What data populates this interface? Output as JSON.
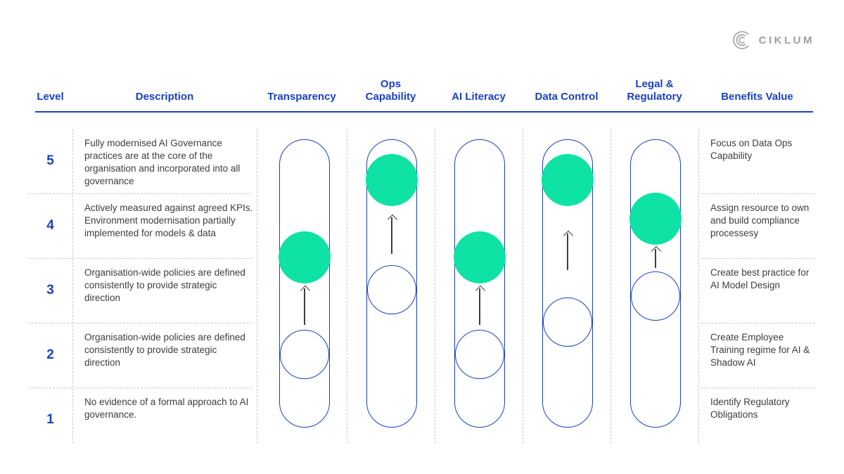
{
  "logo": {
    "text": "CIKLUM"
  },
  "header": {
    "level": "Level",
    "description": "Description",
    "capabilities": [
      "Transparency",
      "Ops Capability",
      "AI Literacy",
      "Data Control",
      "Legal & Regulatory"
    ],
    "benefits": "Benefits Value"
  },
  "rows": [
    {
      "level": "5",
      "description": "Fully modernised AI Governance practices are at the core of the organisation and incorporated into all governance",
      "benefit": "Focus on Data Ops Capability"
    },
    {
      "level": "4",
      "description": "Actively measured against agreed KPIs. Environment modernisation partially implemented for models & data",
      "benefit": "Assign resource to own and build compliance processesy"
    },
    {
      "level": "3",
      "description": "Organisation-wide policies are defined consistently to provide strategic direction",
      "benefit": "Create best practice for AI Model Design"
    },
    {
      "level": "2",
      "description": "Organisation-wide policies are defined consistently to provide strategic direction",
      "benefit": "Create Employee Training regime for AI & Shadow AI"
    },
    {
      "level": "1",
      "description": "No evidence of a formal approach to AI governance.",
      "benefit": "Identify Regulatory Obligations"
    }
  ],
  "capabilities": [
    {
      "name": "Transparency",
      "filled_level": 3.5,
      "empty_level": 2.0
    },
    {
      "name": "Ops Capability",
      "filled_level": 4.7,
      "empty_level": 3.0
    },
    {
      "name": "AI Literacy",
      "filled_level": 3.5,
      "empty_level": 2.0
    },
    {
      "name": "Data Control",
      "filled_level": 4.7,
      "empty_level": 2.5
    },
    {
      "name": "Legal & Regulatory",
      "filled_level": 4.1,
      "empty_level": 2.9
    }
  ],
  "colors": {
    "accent_blue": "#1b3fc4",
    "fill_teal": "#0ee2a4",
    "text_dark": "#3d3d3d",
    "dash_gray": "#c9c9c9",
    "logo_gray": "#9aa0a5"
  }
}
